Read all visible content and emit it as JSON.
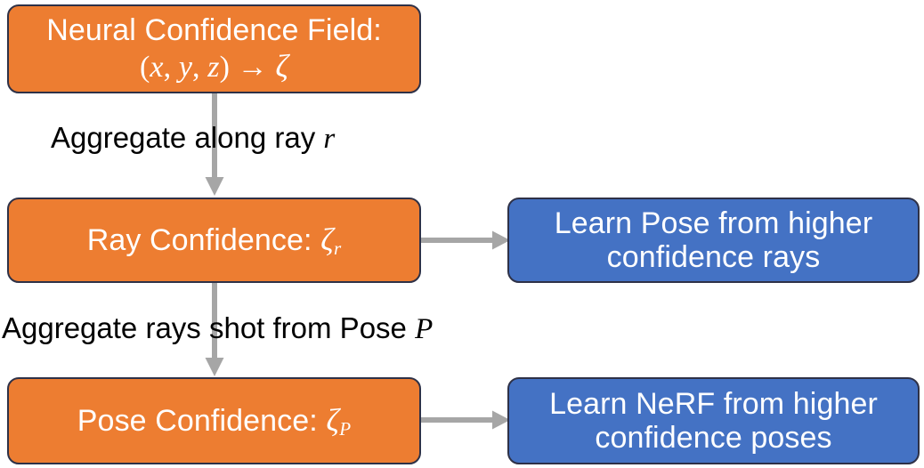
{
  "diagram": {
    "title": "Neural Confidence Field pipeline",
    "background": "#ffffff",
    "colors": {
      "orange": "#ED7D31",
      "blue": "#4472C4",
      "border": "#2E3147",
      "arrow": "#A6A6A6",
      "label_text": "#000000",
      "node_text": "#FFFFFF"
    },
    "nodes": [
      {
        "id": "neural-confidence-field",
        "color": "orange",
        "line1": "Neural Confidence Field:",
        "line2_prefix": "(",
        "line2_x": "x",
        "line2_sep1": ", ",
        "line2_y": "y",
        "line2_sep2": ", ",
        "line2_z": "z",
        "line2_close": ")",
        "line2_arrow": " → ",
        "line2_zeta": "ζ",
        "plain_text": "Neural Confidence Field: (x, y, z) → ζ"
      },
      {
        "id": "ray-confidence",
        "color": "orange",
        "label": "Ray Confidence: ",
        "symbol": "ζ",
        "subscript": "r",
        "plain_text": "Ray Confidence: ζr"
      },
      {
        "id": "pose-confidence",
        "color": "orange",
        "label": "Pose Confidence: ",
        "symbol": "ζ",
        "subscript": "P",
        "plain_text": "Pose Confidence: ζP"
      },
      {
        "id": "learn-pose",
        "color": "blue",
        "line1": "Learn Pose from higher",
        "line2": "confidence rays",
        "plain_text": "Learn Pose from higher confidence rays"
      },
      {
        "id": "learn-nerf",
        "color": "blue",
        "line1": "Learn NeRF from higher",
        "line2": "confidence poses",
        "plain_text": "Learn NeRF from higher confidence poses"
      }
    ],
    "edges": [
      {
        "id": "ncf-to-ray",
        "direction": "down",
        "label_prefix": "Aggregate along ray ",
        "label_symbol": "r",
        "label_plain": "Aggregate along ray r"
      },
      {
        "id": "ray-to-pose",
        "direction": "down",
        "label_prefix": "Aggregate rays shot from Pose ",
        "label_symbol": "P",
        "label_plain": "Aggregate rays shot from Pose P"
      },
      {
        "id": "ray-to-learn-pose",
        "direction": "right",
        "label_plain": ""
      },
      {
        "id": "pose-to-learn-nerf",
        "direction": "right",
        "label_plain": ""
      }
    ]
  }
}
